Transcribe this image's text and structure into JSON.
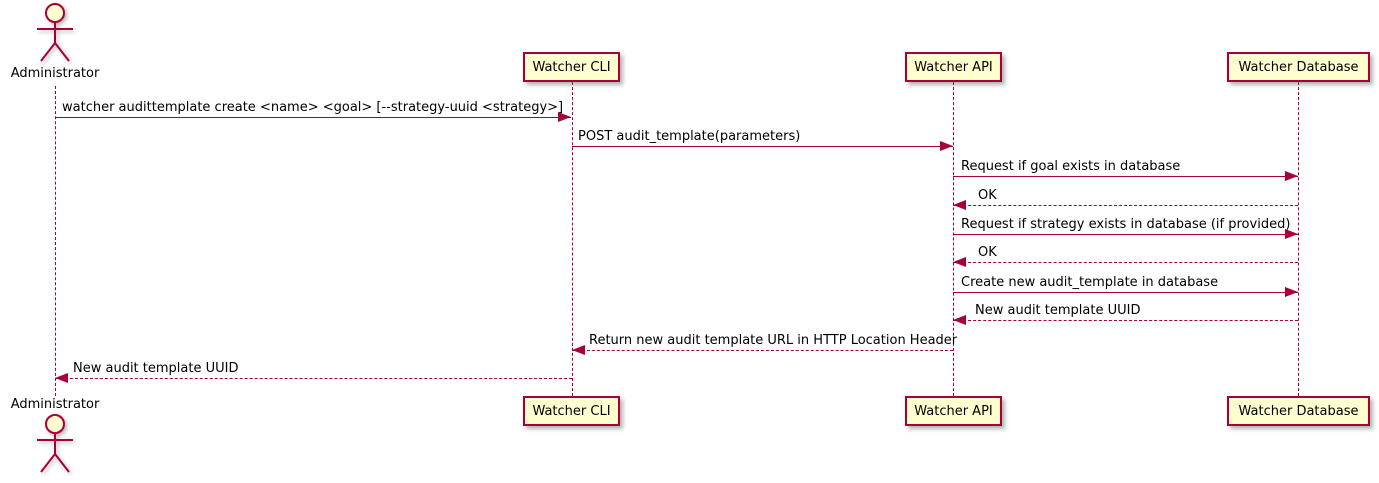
{
  "colors": {
    "accent": "#A80036",
    "participant_fill": "#FEFECE",
    "text": "#000000",
    "background": "#FFFFFF"
  },
  "participants": [
    {
      "id": "administrator",
      "label": "Administrator",
      "type": "actor"
    },
    {
      "id": "watcher-cli",
      "label": "Watcher CLI",
      "type": "participant"
    },
    {
      "id": "watcher-api",
      "label": "Watcher API",
      "type": "participant"
    },
    {
      "id": "watcher-database",
      "label": "Watcher Database",
      "type": "participant"
    }
  ],
  "messages": [
    {
      "from": "administrator",
      "to": "watcher-cli",
      "text": "watcher audittemplate create <name> <goal> [--strategy-uuid <strategy>]",
      "line": "solid",
      "direction": "right"
    },
    {
      "from": "watcher-cli",
      "to": "watcher-api",
      "text": "POST audit_template(parameters)",
      "line": "solid",
      "direction": "right"
    },
    {
      "from": "watcher-api",
      "to": "watcher-database",
      "text": "Request if goal exists in database",
      "line": "solid",
      "direction": "right"
    },
    {
      "from": "watcher-database",
      "to": "watcher-api",
      "text": "OK",
      "line": "dotted",
      "direction": "left"
    },
    {
      "from": "watcher-api",
      "to": "watcher-database",
      "text": "Request if strategy exists in database (if provided)",
      "line": "solid",
      "direction": "right"
    },
    {
      "from": "watcher-database",
      "to": "watcher-api",
      "text": "OK",
      "line": "dotted",
      "direction": "left"
    },
    {
      "from": "watcher-api",
      "to": "watcher-database",
      "text": "Create new audit_template in database",
      "line": "solid",
      "direction": "right"
    },
    {
      "from": "watcher-database",
      "to": "watcher-api",
      "text": "New audit template UUID",
      "line": "dotted",
      "direction": "left"
    },
    {
      "from": "watcher-api",
      "to": "watcher-cli",
      "text": "Return new audit template URL in HTTP Location Header",
      "line": "dotted",
      "direction": "left"
    },
    {
      "from": "watcher-cli",
      "to": "administrator",
      "text": "New audit template UUID",
      "line": "dotted",
      "direction": "left"
    }
  ]
}
